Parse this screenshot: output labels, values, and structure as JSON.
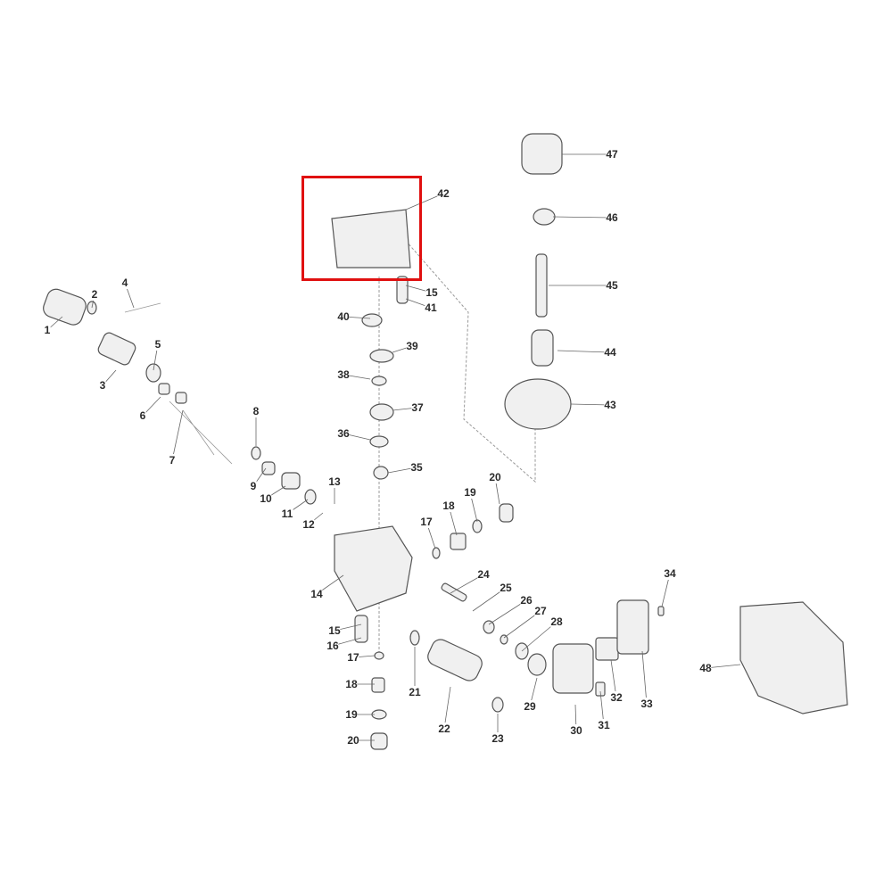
{
  "diagram": {
    "type": "exploded-parts-view",
    "highlight_color": "#e01010",
    "highlighted_part": "42",
    "callouts": [
      "1",
      "2",
      "3",
      "4",
      "5",
      "6",
      "7",
      "8",
      "9",
      "10",
      "11",
      "12",
      "13",
      "14",
      "15",
      "16",
      "17",
      "18",
      "19",
      "20",
      "21",
      "22",
      "23",
      "24",
      "25",
      "26",
      "27",
      "28",
      "29",
      "30",
      "31",
      "32",
      "33",
      "34",
      "35",
      "36",
      "37",
      "38",
      "39",
      "40",
      "41",
      "15",
      "42",
      "43",
      "44",
      "45",
      "46",
      "47",
      "48",
      "17",
      "18",
      "19",
      "20"
    ]
  }
}
